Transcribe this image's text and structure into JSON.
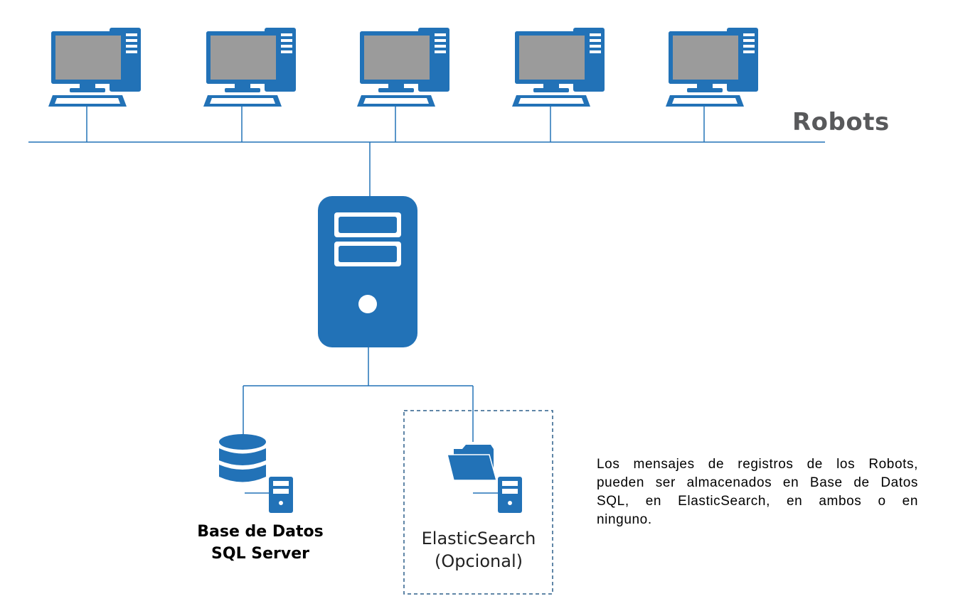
{
  "diagram": {
    "robots_label": "Robots",
    "robot_count": 5,
    "database": {
      "label_line1": "Base de Datos",
      "label_line2": "SQL Server"
    },
    "elasticsearch": {
      "label_line1": "ElasticSearch",
      "label_line2": "(Opcional)"
    },
    "note": "Los mensajes de registros de los Robots, pueden ser almacenados en Base de Datos SQL, en ElasticSearch, en ambos o en ninguno."
  },
  "colors": {
    "icon_blue": "#2272b7",
    "screen_gray": "#9b9b9b",
    "line_blue": "#2272b7",
    "title_gray": "#58595b"
  }
}
